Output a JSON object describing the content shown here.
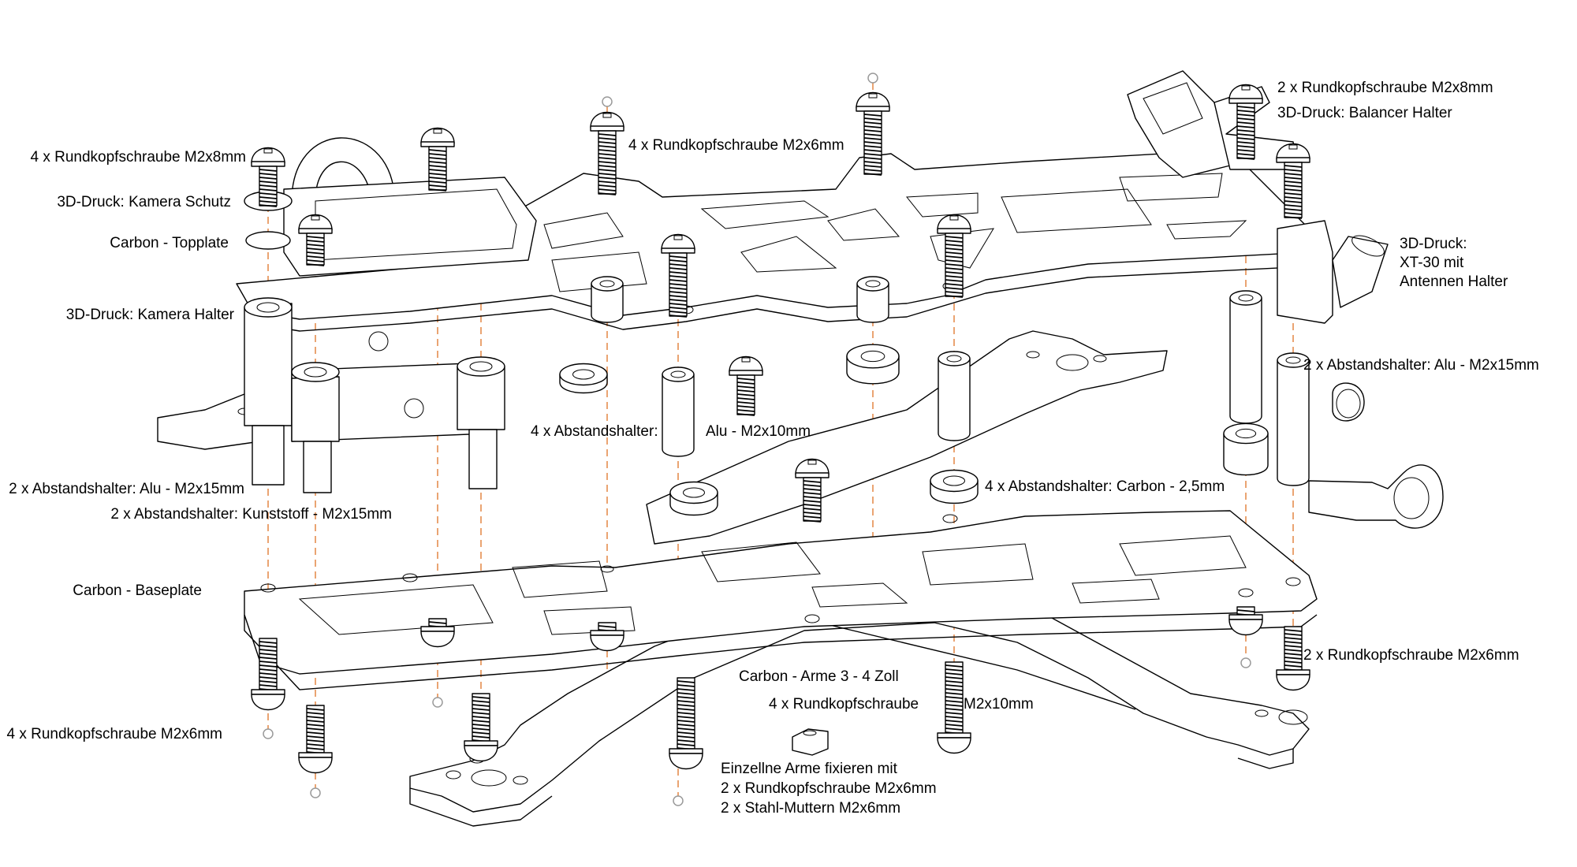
{
  "diagram": {
    "title": "Exploded assembly view – FPV quadcopter frame",
    "colors": {
      "line": "#000000",
      "axis": "#e07a30",
      "axis_end": "#9a9a9a",
      "background": "#ffffff"
    },
    "labels": {
      "screws_top_left": "4 x Rundkopfschraube M2x8mm",
      "camera_guard": "3D-Druck: Kamera Schutz",
      "topplate": "Carbon - Topplate",
      "camera_mount": "3D-Druck: Kamera Halter",
      "standoffs_alu_15_left": "2 x Abstandshalter: Alu - M2x15mm",
      "standoffs_plastic_15": "2 x Abstandshalter: Kunststoff - M2x15mm",
      "baseplate": "Carbon - Baseplate",
      "screws_bottom_left": "4 x Rundkopfschraube M2x6mm",
      "screws_top_center": "4 x Rundkopfschraube M2x6mm",
      "standoffs_alu_10_a": "4 x Abstandshalter:",
      "standoffs_alu_10_b": "Alu - M2x10mm",
      "standoffs_carbon": "4 x Abstandshalter: Carbon - 2,5mm",
      "arms": "Carbon - Arme 3 - 4 Zoll",
      "screws_arms_a": "4 x Rundkopfschraube",
      "screws_arms_b": "M2x10mm",
      "single_arms_line1": "Einzellne Arme fixieren mit",
      "single_arms_line2": "2 x Rundkopfschraube M2x6mm",
      "single_arms_line3": "2 x Stahl-Muttern M2x6mm",
      "screws_top_right": "2 x Rundkopfschraube M2x8mm",
      "balancer_holder": "3D-Druck: Balancer Halter",
      "xt30_line1": "3D-Druck:",
      "xt30_line2": "XT-30 mit",
      "xt30_line3": "Antennen Halter",
      "standoffs_alu_15_right": "2 x Abstandshalter: Alu - M2x15mm",
      "screws_bottom_right": "2 x Rundkopfschraube M2x6mm"
    }
  }
}
